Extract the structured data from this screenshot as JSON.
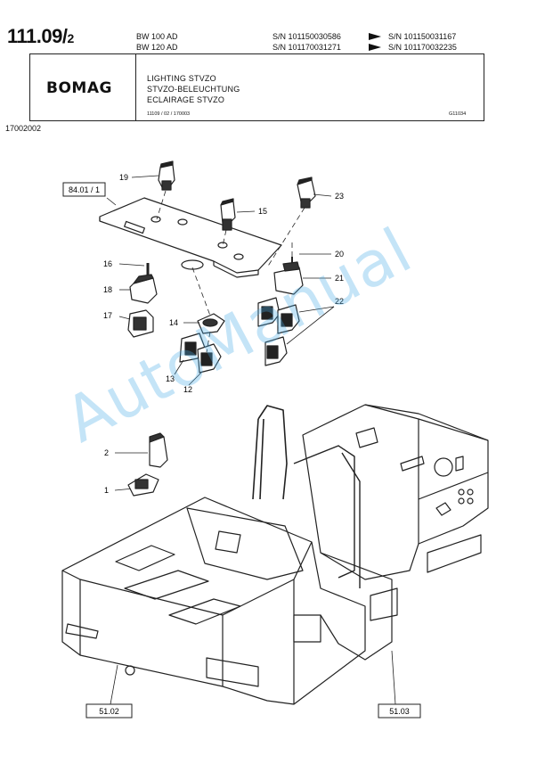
{
  "header": {
    "page_number": "111.09/",
    "page_sub": "2",
    "models": [
      "BW 100 AD",
      "BW 120 AD"
    ],
    "serials": [
      {
        "from": "S/N 101150030586",
        "to": "S/N 101150031167"
      },
      {
        "from": "S/N 101170031271",
        "to": "S/N 101170032235"
      }
    ],
    "brand": "BOMAG",
    "titles": [
      "LIGHTING STVZO",
      "STVZO-BELEUCHTUNG",
      "ECLAIRAGE STVZO"
    ],
    "ref_code": "11109 / 02 / 170003",
    "drawing_code": "G11034",
    "doc_number": "17002002"
  },
  "callouts": {
    "ref_box": "84.01 / 1",
    "bottom_left": "51.02",
    "bottom_right": "51.03",
    "labels": [
      "19",
      "15",
      "23",
      "16",
      "20",
      "18",
      "21",
      "22",
      "17",
      "14",
      "13",
      "12",
      "2",
      "1"
    ]
  },
  "watermark": "AutoManual"
}
